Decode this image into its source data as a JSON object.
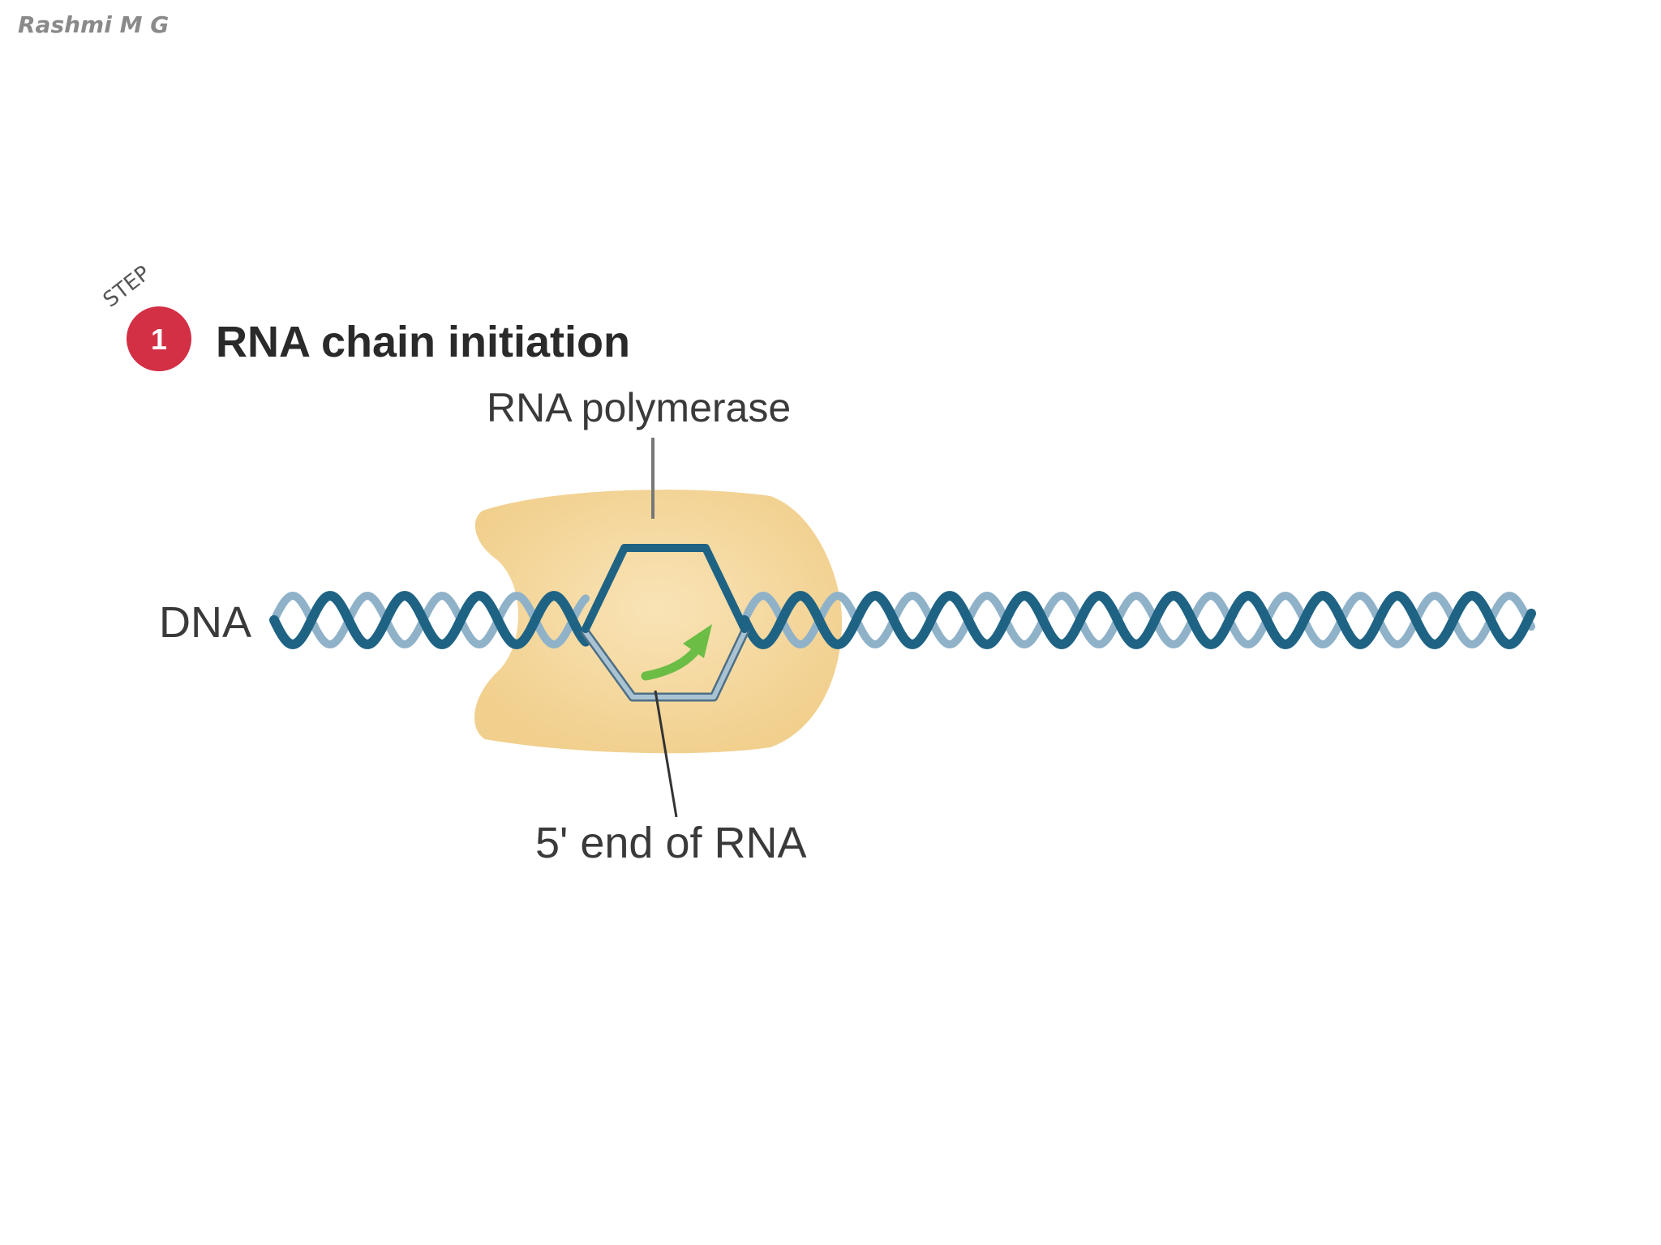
{
  "author": "Rashmi M G",
  "step": {
    "word": "STEP",
    "number": "1",
    "title": "RNA chain initiation",
    "badge_color": "#d32f45"
  },
  "labels": {
    "polymerase": "RNA polymerase",
    "dna": "DNA",
    "rna_end": "5' end of RNA"
  },
  "colors": {
    "dna_dark": "#1f6384",
    "dna_light": "#8fb2c9",
    "polymerase_fill": "#f6d9a0",
    "rna_arrow": "#6cbd45",
    "leader_line": "#555555"
  }
}
